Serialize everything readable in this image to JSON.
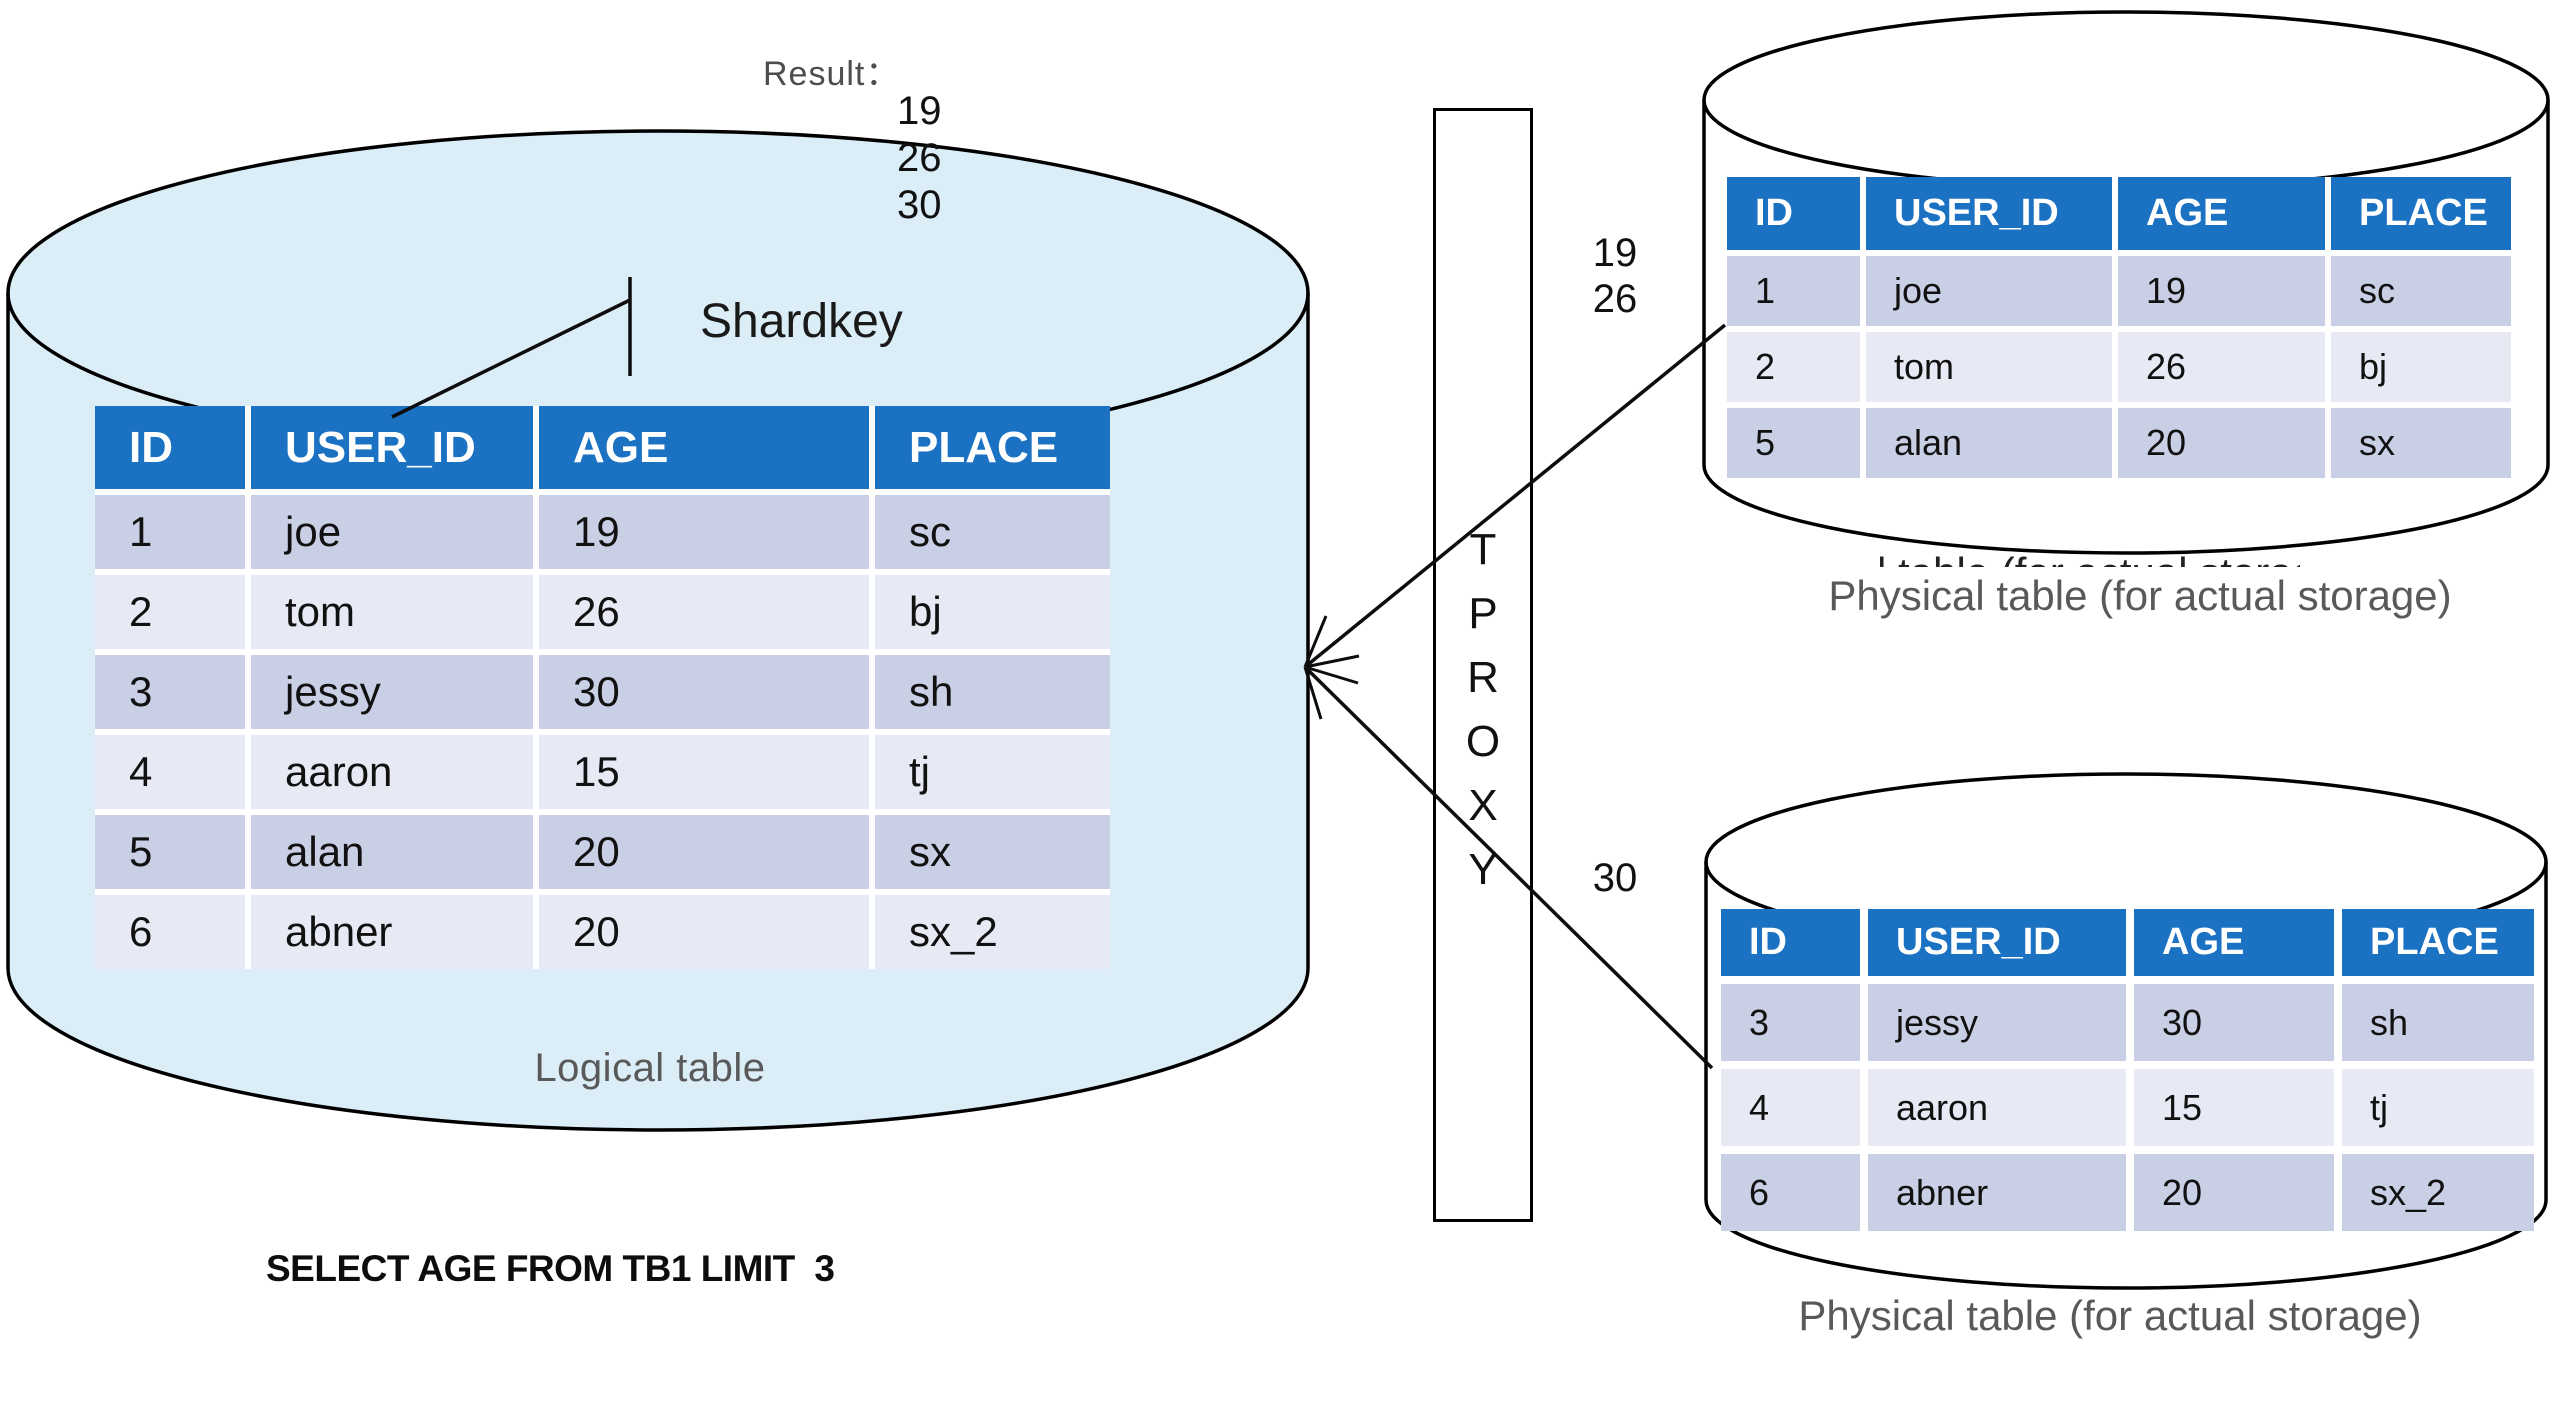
{
  "colors": {
    "header_blue": "#1b71c2",
    "row_dark": "#c9cfe4",
    "row_light": "#e7eaf4",
    "left_cylinder_fill": "#dbedf7",
    "caption_gray": "#595959"
  },
  "result": {
    "label": "Result：",
    "values": [
      "19",
      "26",
      "30"
    ]
  },
  "shardkey_label": "Shardkey",
  "query": "SELECT AGE FROM TB1 LIMIT  3",
  "logical": {
    "caption": "Logical table",
    "table": {
      "headers": [
        "ID",
        "USER_ID",
        "AGE",
        "PLACE"
      ],
      "rows": [
        [
          "1",
          "joe",
          "19",
          "sc"
        ],
        [
          "2",
          "tom",
          "26",
          "bj"
        ],
        [
          "3",
          "jessy",
          "30",
          "sh"
        ],
        [
          "4",
          "aaron",
          "15",
          "tj"
        ],
        [
          "5",
          "alan",
          "20",
          "sx"
        ],
        [
          "6",
          "abner",
          "20",
          "sx_2"
        ]
      ]
    }
  },
  "proxy": {
    "letters": [
      "T",
      "P",
      "R",
      "O",
      "X",
      "Y"
    ]
  },
  "routes": {
    "top_labels": [
      "19",
      "26"
    ],
    "bottom_label": "30"
  },
  "physical_top": {
    "caption": "Physical table (for actual storage)",
    "table": {
      "headers": [
        "ID",
        "USER_ID",
        "AGE",
        "PLACE"
      ],
      "rows": [
        [
          "1",
          "joe",
          "19",
          "sc"
        ],
        [
          "2",
          "tom",
          "26",
          "bj"
        ],
        [
          "5",
          "alan",
          "20",
          "sx"
        ]
      ]
    }
  },
  "physical_bottom": {
    "caption": "Physical table (for actual storage)",
    "table": {
      "headers": [
        "ID",
        "USER_ID",
        "AGE",
        "PLACE"
      ],
      "rows": [
        [
          "3",
          "jessy",
          "30",
          "sh"
        ],
        [
          "4",
          "aaron",
          "15",
          "tj"
        ],
        [
          "6",
          "abner",
          "20",
          "sx_2"
        ]
      ]
    }
  }
}
